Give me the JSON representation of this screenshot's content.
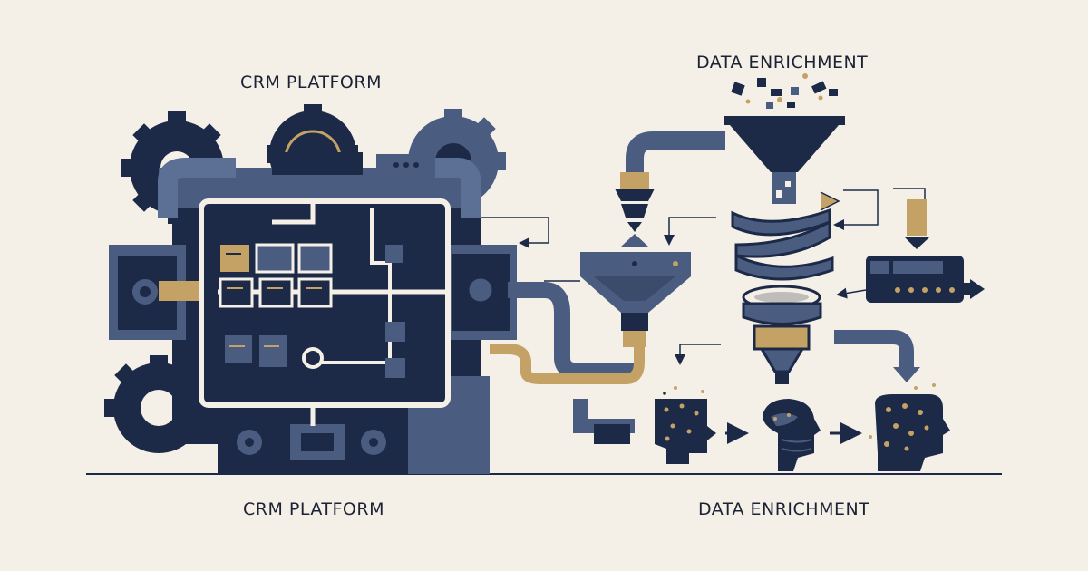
{
  "labels": {
    "crm_top": "CRM PLATFORM",
    "enrichment_top": "DATA ENRICHMENT",
    "crm_bottom": "CRM PLATFORM",
    "enrichment_bottom": "DATA ENRICHMENT"
  },
  "colors": {
    "background": "#f4f0e8",
    "navy": "#1c2a47",
    "slate": "#4a5d80",
    "steel": "#5c6f94",
    "gold": "#c4a265",
    "cream": "#f4f0e8"
  },
  "icons": [
    "gear-icon",
    "funnel-icon",
    "spiral-mixer-icon",
    "pipe-icon",
    "data-block-icon",
    "head-profile-icon",
    "arrow-right-icon",
    "arrow-down-icon"
  ]
}
